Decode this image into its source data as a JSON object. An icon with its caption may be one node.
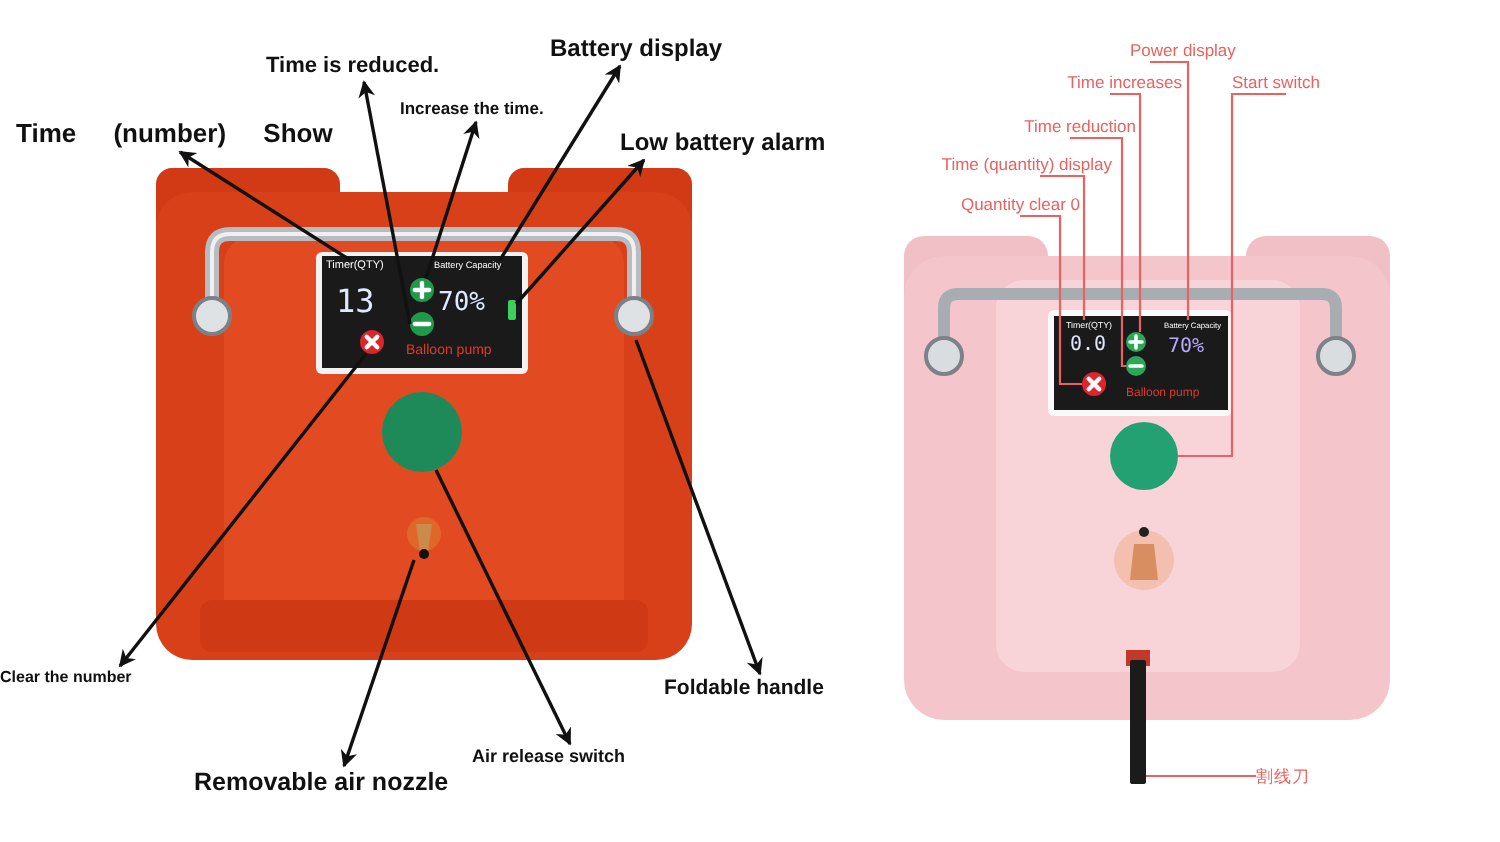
{
  "diagram": {
    "nodes": [
      {
        "text": [
          "Time (number) Show"
        ]
      },
      {
        "text": [
          "Time is reduced."
        ]
      },
      {
        "text": [
          "Increase the time."
        ]
      },
      {
        "text": [
          "Battery display"
        ]
      },
      {
        "text": [
          "Low battery alarm"
        ]
      },
      {
        "text": [
          "Clear the number"
        ]
      },
      {
        "text": [
          "Removable air nozzle"
        ]
      },
      {
        "text": [
          "Air release switch"
        ]
      },
      {
        "text": [
          "Foldable handle"
        ]
      },
      {
        "text": [],
        "shape": "box"
      },
      {
        "text": [],
        "shape": "circle"
      },
      {
        "text": [],
        "shape": "circle"
      },
      {
        "text": [],
        "shape": "box"
      },
      {
        "text": [],
        "shape": "bar"
      },
      {
        "text": [],
        "shape": "circle"
      },
      {
        "text": [],
        "shape": "circle"
      },
      {
        "text": [],
        "shape": "circle"
      },
      {
        "text": [],
        "shape": "bar"
      },
      {
        "text": [
          "Power display"
        ]
      },
      {
        "text": [
          "Time increases"
        ]
      },
      {
        "text": [
          "Start switch"
        ]
      },
      {
        "text": [
          "Time reduction"
        ]
      },
      {
        "text": [
          "Time (quantity) display"
        ]
      },
      {
        "text": [
          "Quantity clear 0"
        ]
      },
      {
        "text": [],
        "shape": "circle"
      },
      {
        "text": [],
        "shape": "box"
      },
      {
        "text": [],
        "shape": "circle"
      },
      {
        "text": [],
        "shape": "circle"
      },
      {
        "text": [],
        "shape": "box"
      },
      {
        "text": [],
        "shape": "circle"
      },
      {
        "text": [],
        "shape": "bar"
      },
      {
        "text": [
          "割线刀"
        ]
      }
    ],
    "edges": [
      {
        "from": 9,
        "to": 0,
        "arrow": "to"
      },
      {
        "from": 11,
        "to": 1,
        "arrow": "to"
      },
      {
        "from": 10,
        "to": 2,
        "arrow": "to"
      },
      {
        "from": 12,
        "to": 3,
        "arrow": "to"
      },
      {
        "from": 13,
        "to": 4,
        "arrow": "to"
      },
      {
        "from": 14,
        "to": 5,
        "arrow": "to"
      },
      {
        "from": 16,
        "to": 6,
        "arrow": "to"
      },
      {
        "from": 15,
        "to": 7,
        "arrow": "to"
      },
      {
        "from": 17,
        "to": 8,
        "arrow": "to"
      },
      {
        "from": 18,
        "to": 28,
        "arrow": "none",
        "color": "#e8625f"
      },
      {
        "from": 19,
        "to": 27,
        "arrow": "none",
        "color": "#e8625f"
      },
      {
        "from": 20,
        "to": 29,
        "arrow": "none",
        "color": "#e8625f"
      },
      {
        "from": 21,
        "to": 26,
        "arrow": "none",
        "color": "#e8625f"
      },
      {
        "from": 22,
        "to": 25,
        "arrow": "none",
        "color": "#e8625f"
      },
      {
        "from": 23,
        "to": 24,
        "arrow": "none",
        "color": "#e8625f"
      },
      {
        "from": 31,
        "to": 30,
        "arrow": "none",
        "color": "#e8625f"
      }
    ],
    "labels": [
      "Timer(QTY)",
      "13",
      "Battery Capacity",
      "70%",
      "Balloon pump",
      "Timer(QTY)",
      "0.0",
      "Battery Capacity",
      "70%",
      "Balloon pump"
    ]
  }
}
